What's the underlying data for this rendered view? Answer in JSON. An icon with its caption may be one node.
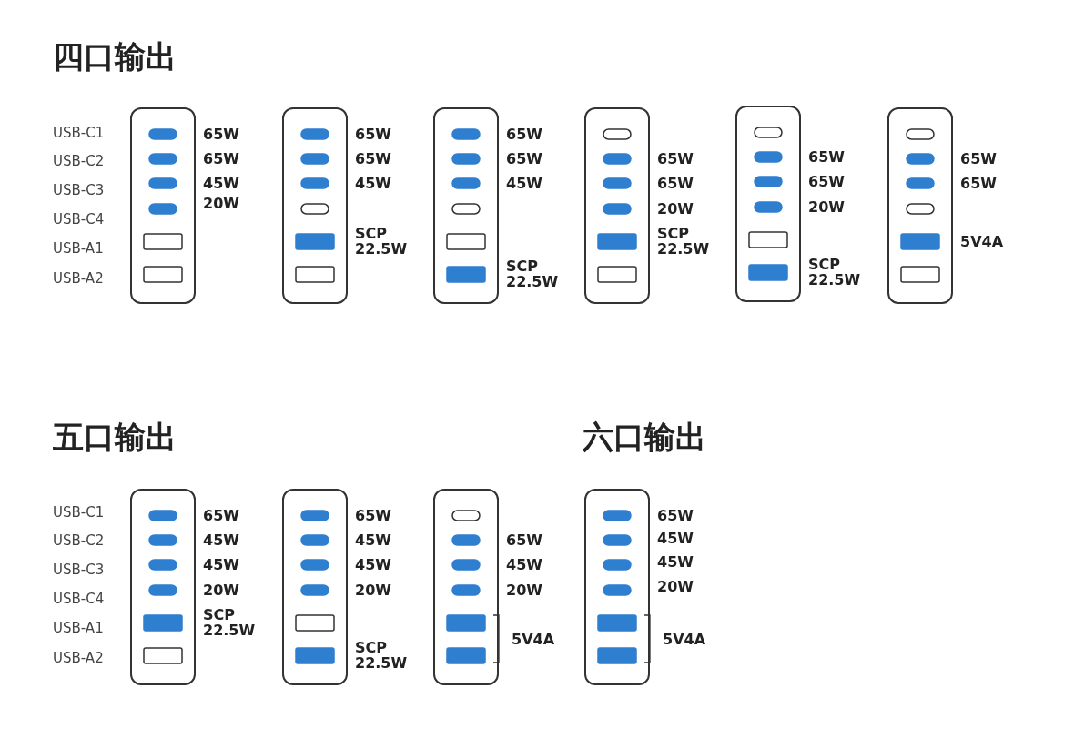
{
  "diagram": {
    "nodes": [
      {
        "text": [],
        "shape": "box",
        "beside": [
          "65W",
          "65W",
          "45W",
          "20W"
        ]
      },
      {
        "text": [],
        "shape": "box",
        "beside": [
          "65W",
          "65W",
          "45W",
          "SCP 22.5W"
        ]
      },
      {
        "text": [],
        "shape": "box",
        "beside": [
          "65W",
          "65W",
          "45W",
          "SCP 22.5W"
        ]
      },
      {
        "text": [],
        "shape": "box",
        "beside": [
          "65W",
          "65W",
          "20W",
          "SCP 22.5W"
        ]
      },
      {
        "text": [],
        "shape": "box",
        "beside": [
          "65W",
          "65W",
          "20W",
          "SCP 22.5W"
        ]
      },
      {
        "text": [],
        "shape": "box",
        "beside": [
          "65W",
          "65W",
          "5V4A"
        ]
      },
      {
        "text": [],
        "shape": "box",
        "beside": [
          "65W",
          "45W",
          "45W",
          "20W",
          "SCP 22.5W"
        ]
      },
      {
        "text": [],
        "shape": "box",
        "beside": [
          "65W",
          "45W",
          "45W",
          "20W",
          "SCP 22.5W"
        ]
      },
      {
        "text": [],
        "shape": "box",
        "beside": [
          "65W",
          "45W",
          "20W",
          "5V4A"
        ]
      },
      {
        "text": [],
        "shape": "box",
        "beside": [
          "65W",
          "45W",
          "45W",
          "20W",
          "5V4A"
        ]
      }
    ],
    "labels": [
      "四口输出",
      "USB-C1",
      "USB-C2",
      "USB-C3",
      "USB-C4",
      "USB-A1",
      "USB-A2",
      "五口输出",
      "六口输出",
      "USB-C1",
      "USB-C2",
      "USB-C3",
      "USB-C4",
      "USB-A1",
      "USB-A2"
    ]
  }
}
